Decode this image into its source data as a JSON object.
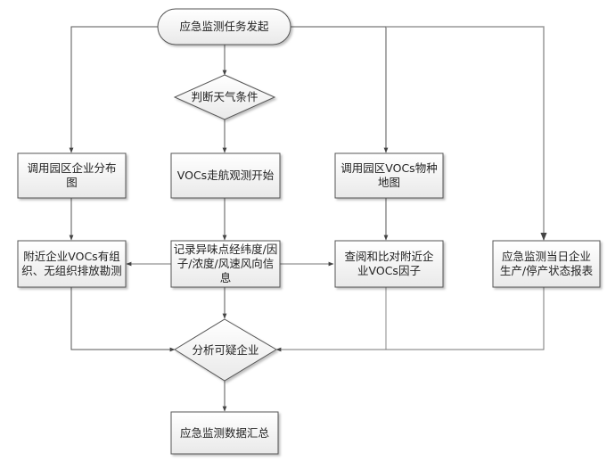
{
  "diagram": {
    "type": "flowchart",
    "nodes": {
      "start": {
        "label": "应急监测任务发起",
        "shape": "terminator"
      },
      "weather": {
        "label": "判断天气条件",
        "shape": "decision"
      },
      "park_distribution": {
        "label": "调用园区企业分布图",
        "shape": "process"
      },
      "voc_start": {
        "label": "VOCs走航观测开始",
        "shape": "process"
      },
      "voc_species_map": {
        "label": "调用园区VOCs物种地图",
        "shape": "process"
      },
      "nearby_emission": {
        "label": "附近企业VOCs有组织、无组织排放勘测",
        "shape": "process"
      },
      "record_info": {
        "label": "记录异味点经纬度/因子/浓度/风速风向信息",
        "shape": "process"
      },
      "compare_factors": {
        "label": "查阅和比对附近企业VOCs因子",
        "shape": "process"
      },
      "production_report": {
        "label": "应急监测当日企业生产/停产状态报表",
        "shape": "process"
      },
      "analyze": {
        "label": "分析可疑企业",
        "shape": "decision"
      },
      "summary": {
        "label": "应急监测数据汇总",
        "shape": "process"
      }
    },
    "edges": [
      {
        "from": "start",
        "to": "weather"
      },
      {
        "from": "start",
        "to": "park_distribution"
      },
      {
        "from": "start",
        "to": "voc_species_map"
      },
      {
        "from": "start",
        "to": "production_report"
      },
      {
        "from": "weather",
        "to": "voc_start"
      },
      {
        "from": "park_distribution",
        "to": "nearby_emission"
      },
      {
        "from": "voc_start",
        "to": "record_info"
      },
      {
        "from": "voc_species_map",
        "to": "compare_factors"
      },
      {
        "from": "record_info",
        "to": "nearby_emission"
      },
      {
        "from": "record_info",
        "to": "compare_factors"
      },
      {
        "from": "nearby_emission",
        "to": "analyze"
      },
      {
        "from": "record_info",
        "to": "analyze"
      },
      {
        "from": "compare_factors",
        "to": "analyze"
      },
      {
        "from": "production_report",
        "to": "analyze"
      },
      {
        "from": "analyze",
        "to": "summary"
      }
    ]
  },
  "colors": {
    "line": "#555555",
    "line_light": "#999999",
    "box_fill_top": "#ffffff",
    "box_fill_bottom": "#ececec",
    "box_border": "#555555"
  }
}
